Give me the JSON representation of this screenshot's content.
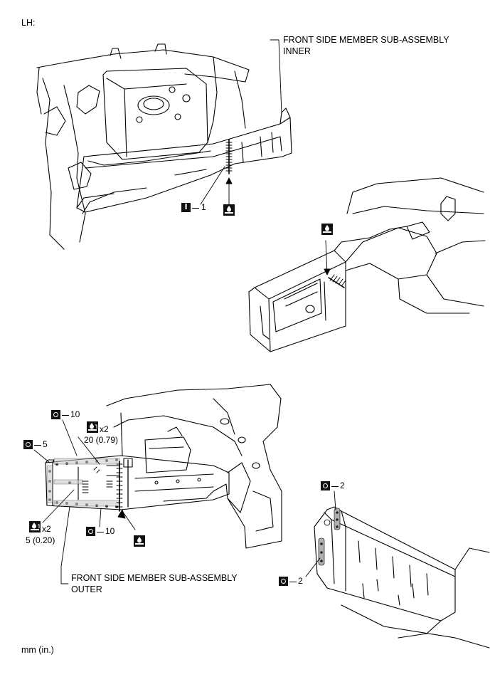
{
  "side_label": "LH:",
  "top": {
    "part_label_line1": "FRONT SIDE MEMBER SUB-ASSEMBLY",
    "part_label_line2": "INNER",
    "weld_num": "1"
  },
  "bottom": {
    "part_label_line1": "FRONT SIDE MEMBER SUB-ASSEMBLY",
    "part_label_line2": "OUTER",
    "callout_10a": "10",
    "callout_5": "5",
    "callout_10b": "10",
    "callout_2a": "2",
    "callout_2b": "2",
    "pitch_a_mult": "x2",
    "pitch_a_value": "20 (0.79)",
    "pitch_b_mult": "x2",
    "pitch_b_value": "5 (0.20)"
  },
  "unit_note": "mm (in.)",
  "icons": {
    "spot_weld": "spot-weld-symbol",
    "plug_weld": "plug-weld-symbol",
    "brazing": "brazing-symbol",
    "mig_weld": "continuous-weld-symbol"
  }
}
